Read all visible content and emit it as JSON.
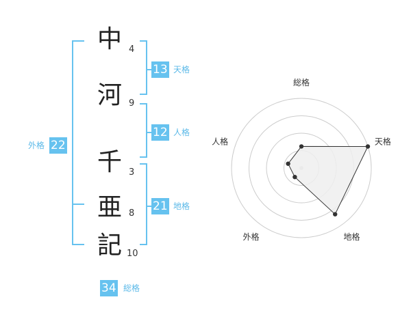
{
  "name": {
    "characters": [
      {
        "char": "中",
        "strokes": "4"
      },
      {
        "char": "河",
        "strokes": "9"
      },
      {
        "char": "千",
        "strokes": "3"
      },
      {
        "char": "亜",
        "strokes": "8"
      },
      {
        "char": "記",
        "strokes": "10"
      }
    ]
  },
  "fortunes": {
    "tenkaku": {
      "label": "天格",
      "value": "13"
    },
    "jinkaku": {
      "label": "人格",
      "value": "12"
    },
    "chikaku": {
      "label": "地格",
      "value": "21"
    },
    "gaikaku": {
      "label": "外格",
      "value": "22"
    },
    "soukaku": {
      "label": "総格",
      "value": "34"
    }
  },
  "colors": {
    "accent": "#66c2ef",
    "label_text": "#5bb9e8",
    "radar_fill": "#eeeeee",
    "radar_stroke": "#333333",
    "grid": "#cccccc"
  },
  "chart_data": {
    "type": "radar",
    "axes": [
      "総格",
      "天格",
      "地格",
      "外格",
      "人格"
    ],
    "values": [
      0.31,
      1.0,
      0.82,
      0.16,
      0.2
    ],
    "rings": 4
  }
}
